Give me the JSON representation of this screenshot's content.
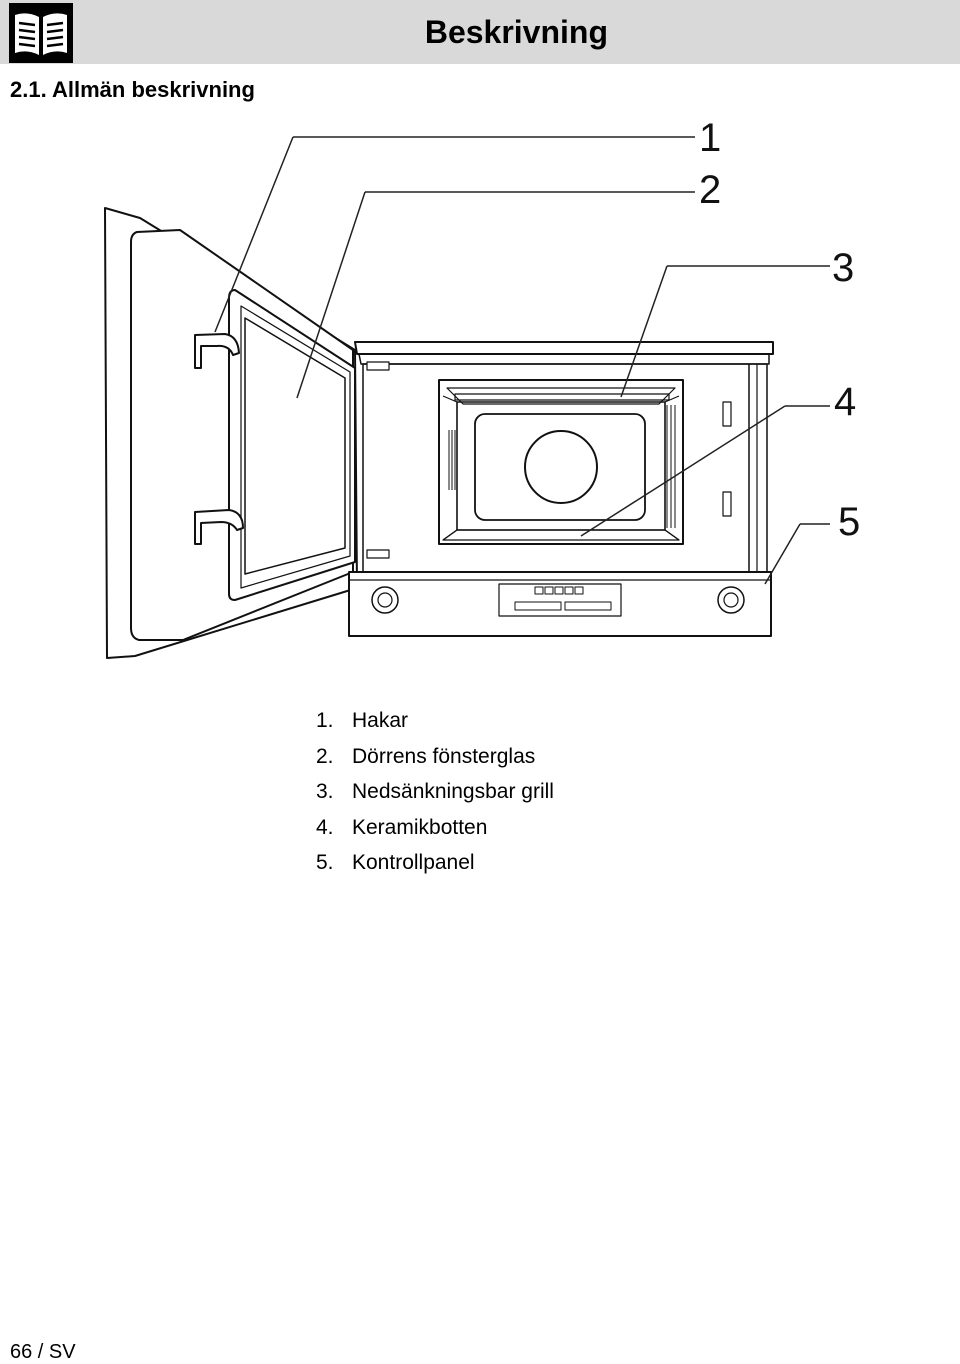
{
  "header": {
    "title": "Beskrivning",
    "icon": "open-book-icon",
    "bar_color": "#d9d9d9"
  },
  "section": {
    "heading": "2.1. Allmän beskrivning"
  },
  "figure": {
    "callouts": [
      "1",
      "2",
      "3",
      "4",
      "5"
    ]
  },
  "legend": {
    "items": [
      {
        "num": "1.",
        "label": "Hakar"
      },
      {
        "num": "2.",
        "label": "Dörrens fönsterglas"
      },
      {
        "num": "3.",
        "label": "Nedsänkningsbar grill"
      },
      {
        "num": "4.",
        "label": "Keramikbotten"
      },
      {
        "num": "5.",
        "label": "Kontrollpanel"
      }
    ]
  },
  "footer": {
    "page": "66 / SV"
  }
}
